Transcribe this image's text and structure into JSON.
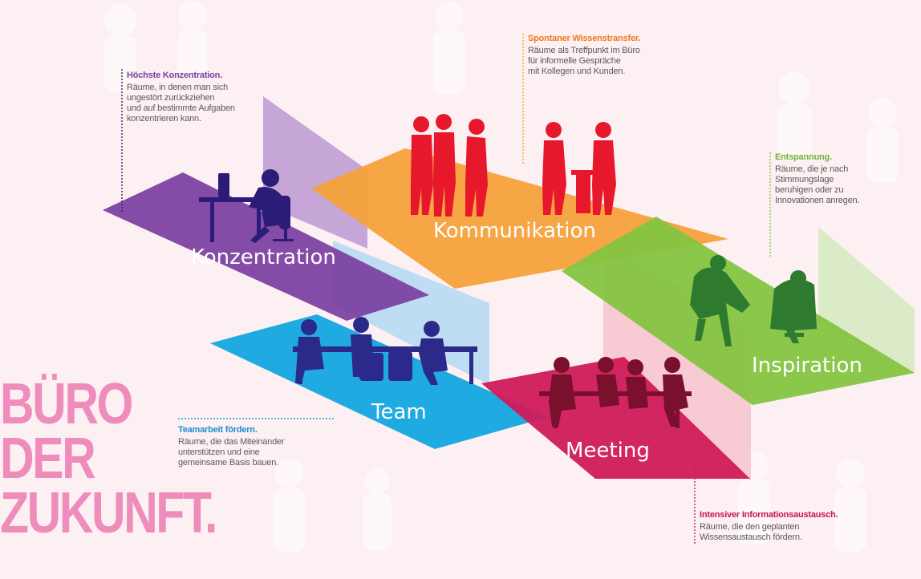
{
  "colors": {
    "background": "#fdf0f3",
    "konzentration": "#7b3fa0",
    "kommunikation": "#f6a13a",
    "inspiration": "#84c441",
    "team": "#13a6e0",
    "meeting": "#d01a5b",
    "headline": "#ee8dbb",
    "silhouette_konzentration": "#2b1c78",
    "silhouette_kommunikation": "#e8182c",
    "silhouette_team": "#2b2a8a",
    "silhouette_meeting": "#7a0f2e",
    "silhouette_inspiration": "#2e7a2f"
  },
  "headline": {
    "line1": "BÜRO",
    "line2": "DER",
    "line3": "ZUKUNFT."
  },
  "zones": {
    "konzentration": "Konzentration",
    "kommunikation": "Kommunikation",
    "inspiration": "Inspiration",
    "team": "Team",
    "meeting": "Meeting"
  },
  "callouts": {
    "konzentration": {
      "title": "Höchste Konzentration.",
      "body": "Räume, in denen man sich\nungestört zurückziehen\nund auf bestimmte Aufgaben\nkonzentrieren kann."
    },
    "kommunikation": {
      "title": "Spontaner Wissenstransfer.",
      "body": "Räume als Treffpunkt im Büro\nfür informelle Gespräche\nmit Kollegen und Kunden."
    },
    "inspiration": {
      "title": "Entspannung.",
      "body": "Räume, die je nach\nStimmungslage\nberuhigen oder zu\nInnovationen anregen."
    },
    "team": {
      "title": "Teamarbeit fördern.",
      "body": "Räume, die das Miteinander\nunterstützen und eine\ngemeinsame Basis bauen."
    },
    "meeting": {
      "title": "Intensiver Informationsaustausch.",
      "body": "Räume, die den geplanten\nWissensaustausch fördern."
    }
  }
}
